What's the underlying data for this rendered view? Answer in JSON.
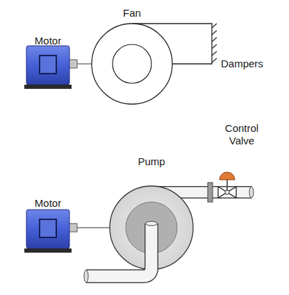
{
  "diagram": {
    "labels": [
      "Motor",
      "Fan",
      "Dampers",
      "Control Valve",
      "Pump",
      "Motor"
    ]
  }
}
